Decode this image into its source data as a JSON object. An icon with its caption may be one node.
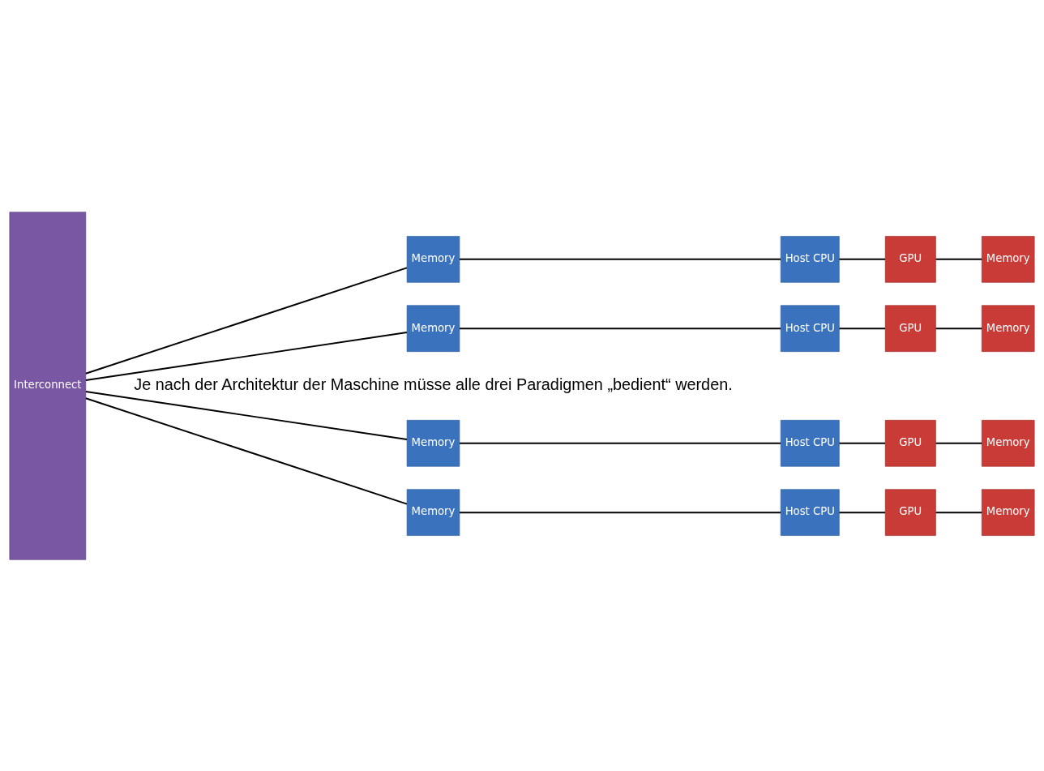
{
  "diagram": {
    "nodes": [
      {
        "text": [
          "Interconnect"
        ]
      },
      {
        "text": [
          "Memory"
        ]
      },
      {
        "text": [
          "Host CPU"
        ]
      },
      {
        "text": [
          "GPU"
        ]
      },
      {
        "text": [
          "Memory"
        ]
      },
      {
        "text": [
          "Memory"
        ]
      },
      {
        "text": [
          "Host CPU"
        ]
      },
      {
        "text": [
          "GPU"
        ]
      },
      {
        "text": [
          "Memory"
        ]
      },
      {
        "text": [
          "Memory"
        ]
      },
      {
        "text": [
          "Host CPU"
        ]
      },
      {
        "text": [
          "GPU"
        ]
      },
      {
        "text": [
          "Memory"
        ]
      },
      {
        "text": [
          "Memory"
        ]
      },
      {
        "text": [
          "Host CPU"
        ]
      },
      {
        "text": [
          "GPU"
        ]
      },
      {
        "text": [
          "Memory"
        ]
      }
    ],
    "edges": [
      {
        "from": 0,
        "to": 1,
        "arrow": "none"
      },
      {
        "from": 1,
        "to": 2,
        "arrow": "none"
      },
      {
        "from": 2,
        "to": 3,
        "arrow": "none"
      },
      {
        "from": 3,
        "to": 4,
        "arrow": "none"
      },
      {
        "from": 0,
        "to": 5,
        "arrow": "none"
      },
      {
        "from": 5,
        "to": 6,
        "arrow": "none"
      },
      {
        "from": 6,
        "to": 7,
        "arrow": "none"
      },
      {
        "from": 7,
        "to": 8,
        "arrow": "none"
      },
      {
        "from": 0,
        "to": 9,
        "arrow": "none"
      },
      {
        "from": 9,
        "to": 10,
        "arrow": "none"
      },
      {
        "from": 10,
        "to": 11,
        "arrow": "none"
      },
      {
        "from": 11,
        "to": 12,
        "arrow": "none"
      },
      {
        "from": 0,
        "to": 13,
        "arrow": "none"
      },
      {
        "from": 13,
        "to": 14,
        "arrow": "none"
      },
      {
        "from": 14,
        "to": 15,
        "arrow": "none"
      },
      {
        "from": 15,
        "to": 16,
        "arrow": "none"
      }
    ],
    "labels": [
      "Je nach der Architektur der Maschine müsse alle drei Paradigmen „bedient“ werden."
    ]
  }
}
